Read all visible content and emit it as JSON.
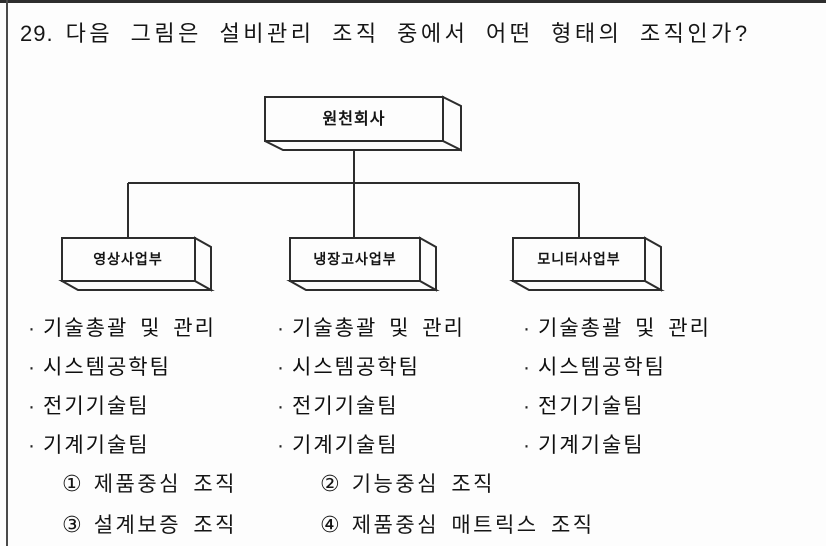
{
  "question": {
    "number": "29.",
    "text": "다음 그림은 설비관리 조직 중에서 어떤 형태의 조직인가?"
  },
  "org_chart": {
    "root": "원천회사",
    "bullet": "·",
    "divisions": [
      {
        "name": "영상사업부",
        "teams": [
          "기술총괄 및 관리",
          "시스템공학팀",
          "전기기술팀",
          "기계기술팀"
        ]
      },
      {
        "name": "냉장고사업부",
        "teams": [
          "기술총괄 및 관리",
          "시스템공학팀",
          "전기기술팀",
          "기계기술팀"
        ]
      },
      {
        "name": "모니터사업부",
        "teams": [
          "기술총괄 및 관리",
          "시스템공학팀",
          "전기기술팀",
          "기계기술팀"
        ]
      }
    ]
  },
  "options": [
    {
      "marker": "①",
      "label": "제품중심 조직"
    },
    {
      "marker": "②",
      "label": "기능중심 조직"
    },
    {
      "marker": "③",
      "label": "설계보증 조직"
    },
    {
      "marker": "④",
      "label": "제품중심 매트릭스 조직"
    }
  ]
}
